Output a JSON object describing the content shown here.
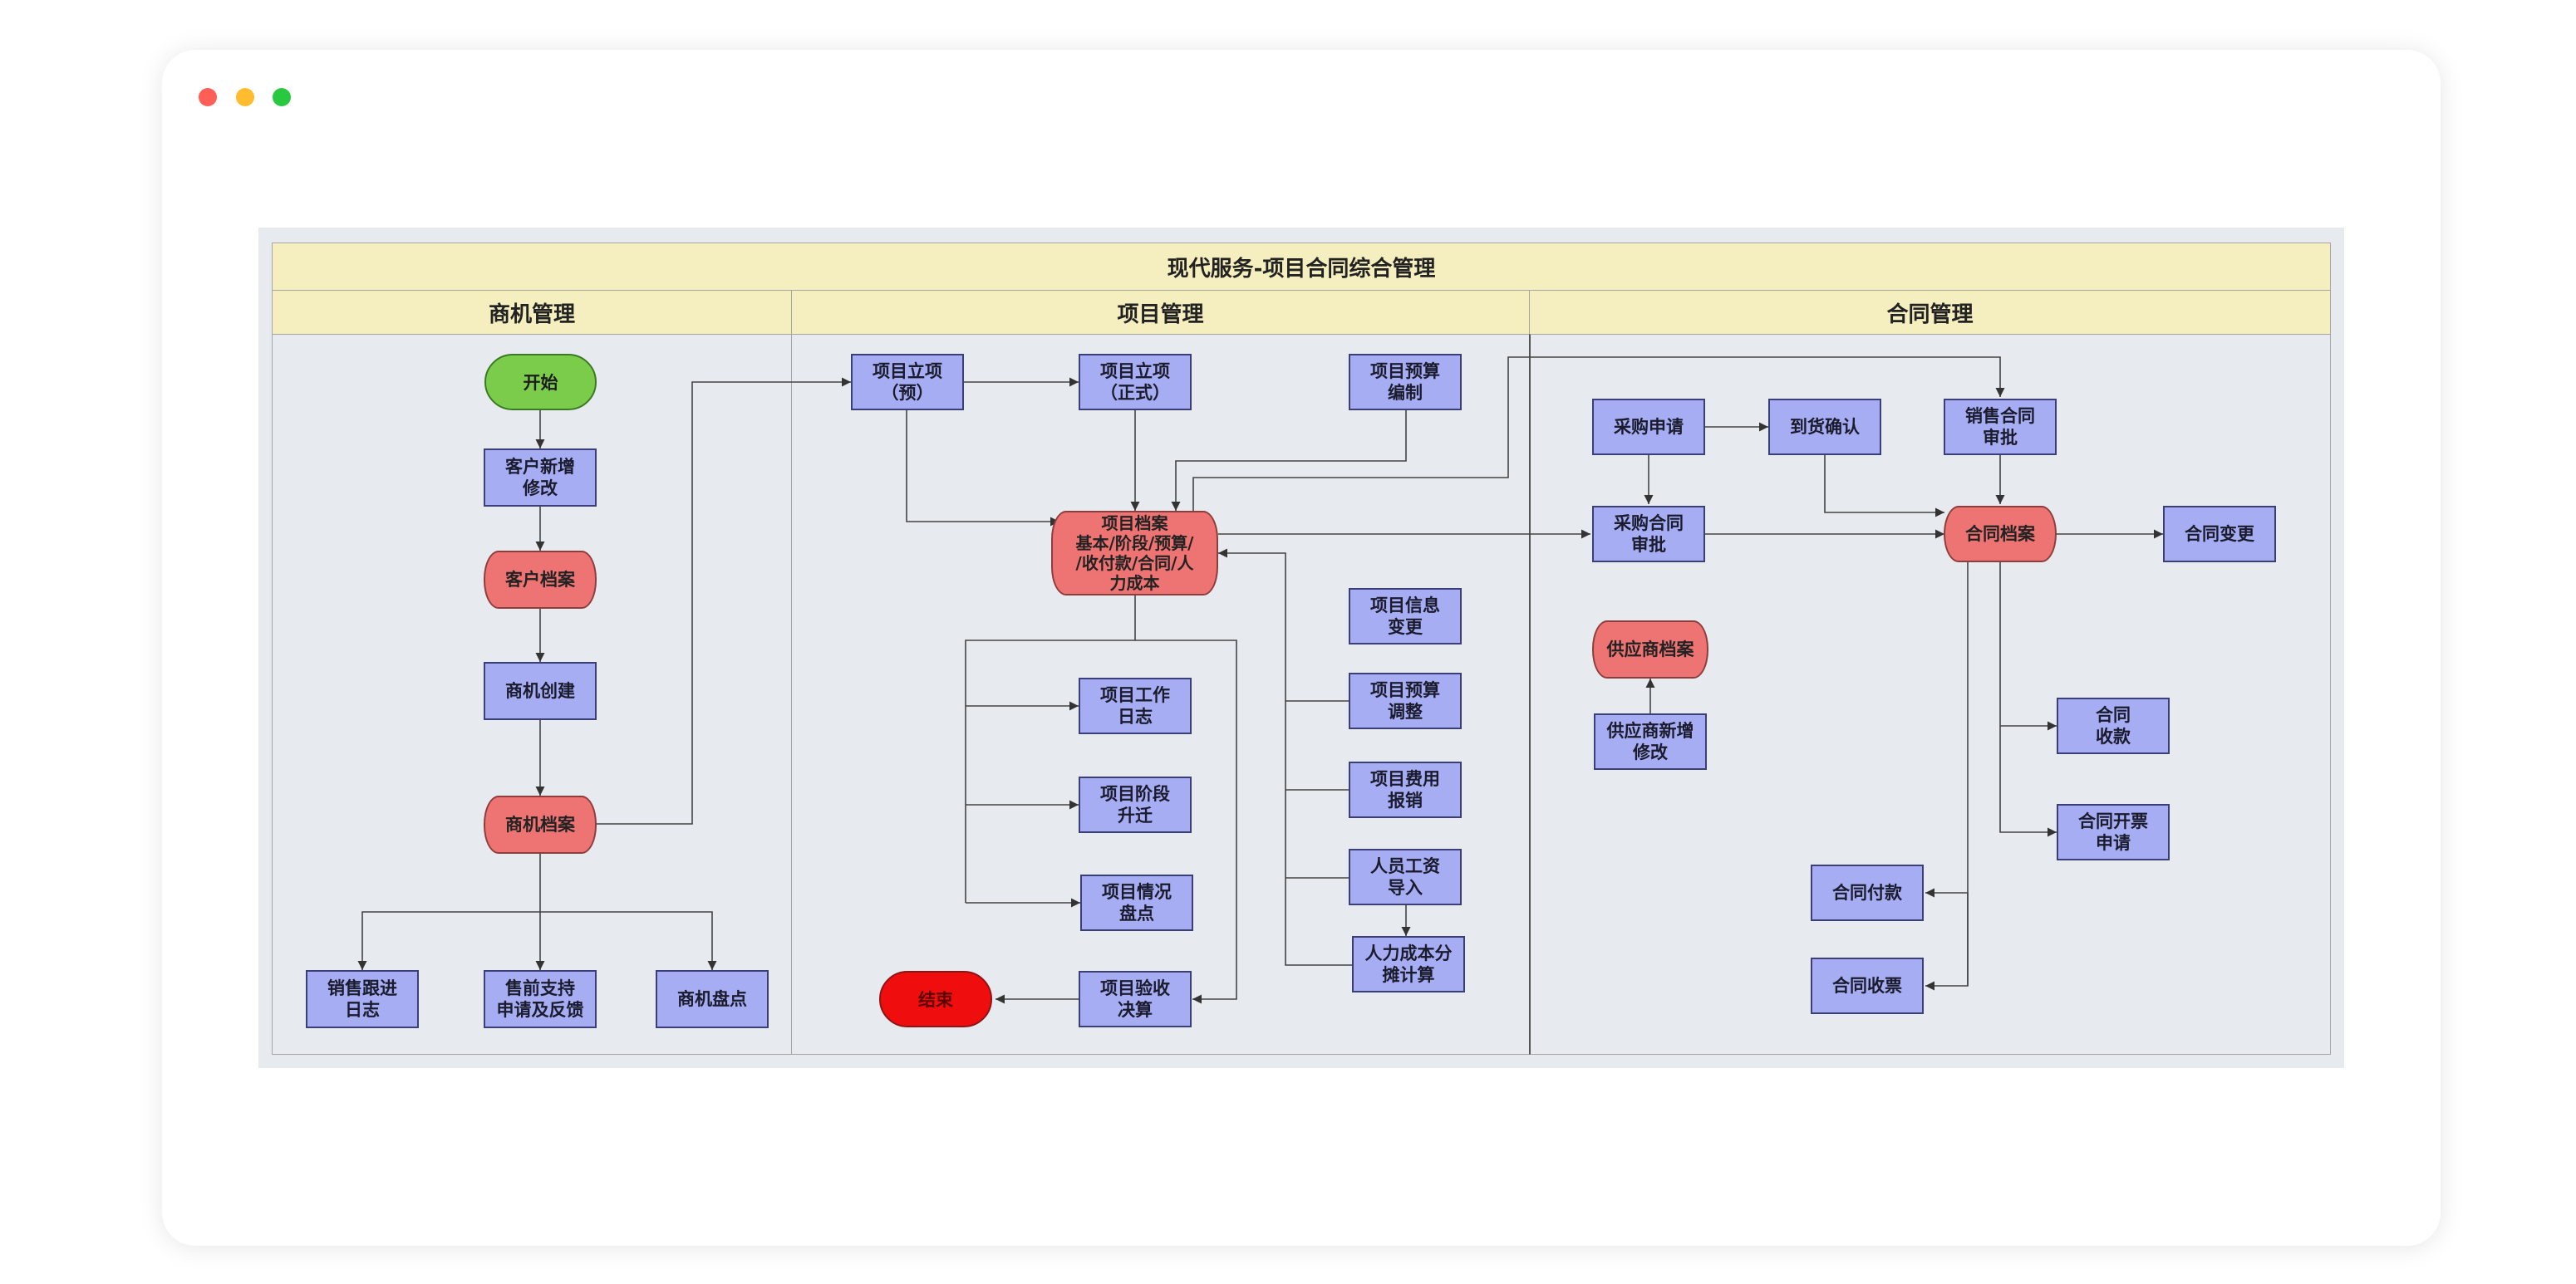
{
  "window": {
    "controls": [
      "close",
      "minimize",
      "maximize"
    ],
    "control_colors": [
      "#ff5f57",
      "#febc2e",
      "#28c840"
    ]
  },
  "diagram": {
    "title": "现代服务-项目合同综合管理",
    "lanes": [
      "商机管理",
      "项目管理",
      "合同管理"
    ],
    "nodes": {
      "start": "开始",
      "customer_add": "客户新增\n修改",
      "customer_archive": "客户档案",
      "opportunity_create": "商机创建",
      "opportunity_archive": "商机档案",
      "sales_log": "销售跟进\n日志",
      "presales": "售前支持\n申请及反馈",
      "opp_inventory": "商机盘点",
      "proj_pre": "项目立项\n（预）",
      "proj_formal": "项目立项\n（正式）",
      "proj_budget": "项目预算\n编制",
      "proj_archive": "项目档案\n基本/阶段/预算/\n/收付款/合同/人\n力成本",
      "proj_info_change": "项目信息\n变更",
      "proj_worklog": "项目工作\n日志",
      "proj_budget_adjust": "项目预算\n调整",
      "proj_stage": "项目阶段\n升迁",
      "proj_expense": "项目费用\n报销",
      "proj_status": "项目情况\n盘点",
      "salary_import": "人员工资\n导入",
      "labor_cost": "人力成本分\n摊计算",
      "end": "结束",
      "proj_accept": "项目验收\n决算",
      "purchase_req": "采购申请",
      "arrival": "到货确认",
      "sales_contract_approve": "销售合同\n审批",
      "purchase_contract_approve": "采购合同\n审批",
      "contract_archive": "合同档案",
      "contract_change": "合同变更",
      "supplier_archive": "供应商档案",
      "supplier_add": "供应商新增\n修改",
      "contract_receipt": "合同\n收款",
      "contract_invoice": "合同开票\n申请",
      "contract_payment": "合同付款",
      "contract_ticket": "合同收票"
    },
    "colors": {
      "process": "#a6adf2",
      "archive": "#ee7373",
      "start": "#7bcc4a",
      "end": "#f00d0d",
      "header": "#f5eebf",
      "background": "#e7eaee"
    }
  }
}
